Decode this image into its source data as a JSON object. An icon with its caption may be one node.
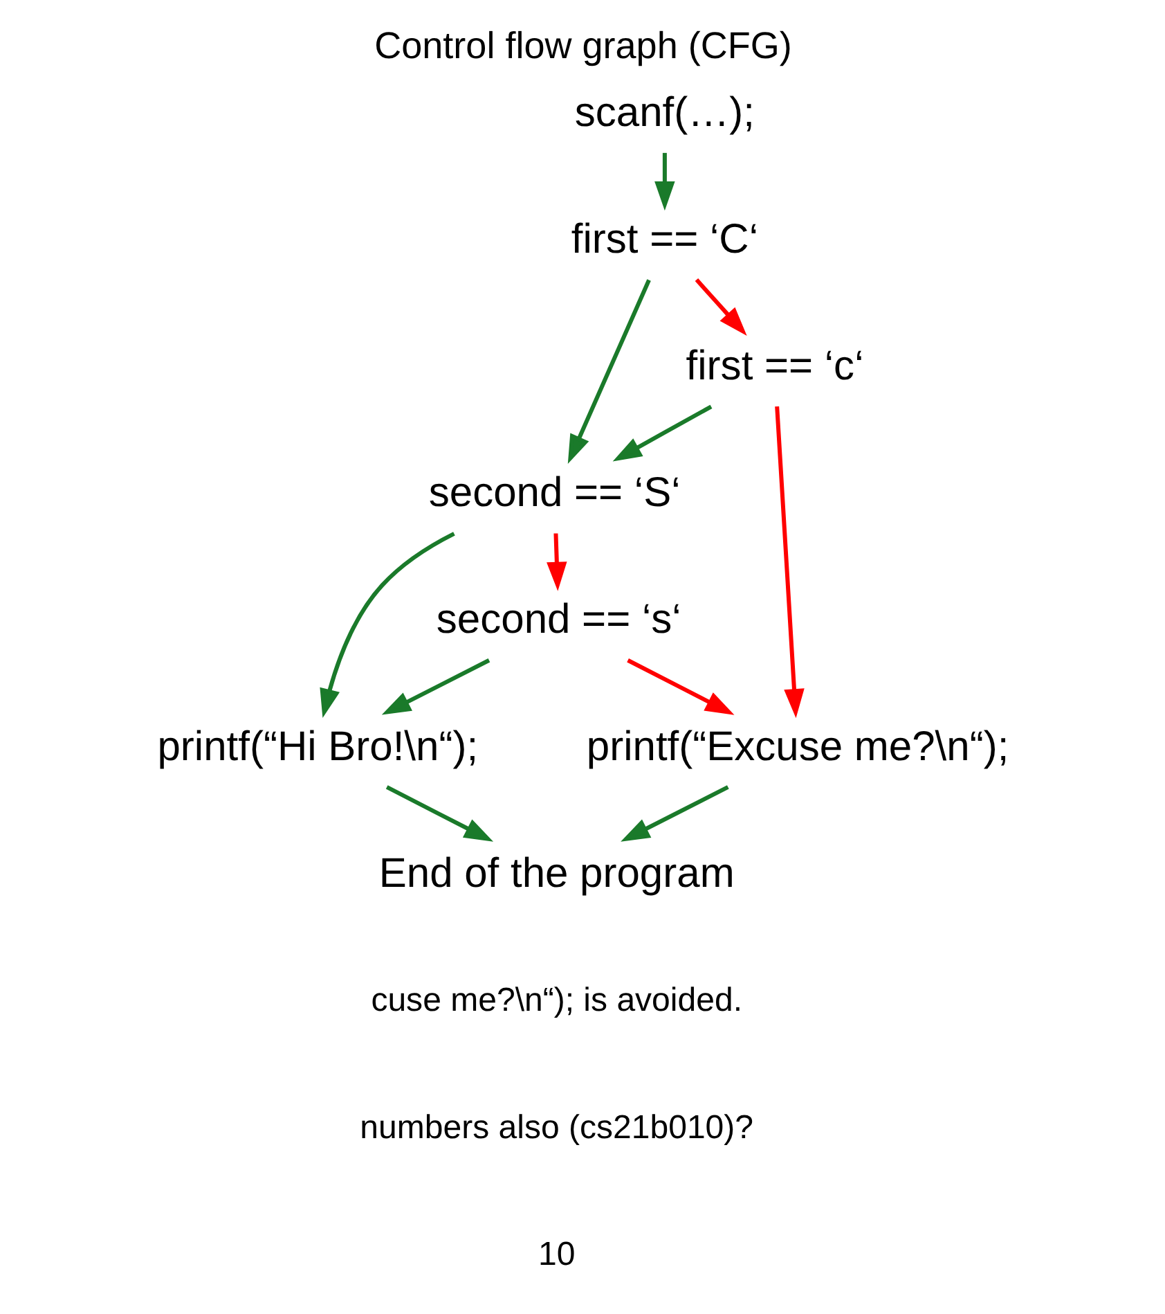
{
  "diagram": {
    "title": "Control flow graph (CFG)",
    "nodes": [
      {
        "text": [
          "scanf(…);"
        ]
      },
      {
        "text": [
          "first == ‘C‘"
        ]
      },
      {
        "text": [
          "first == ‘c‘"
        ]
      },
      {
        "text": [
          "second == ‘S‘"
        ]
      },
      {
        "text": [
          "second == ‘s‘"
        ]
      },
      {
        "text": [
          "printf(“Excuse me?\\n“);"
        ]
      },
      {
        "text": [
          "printf(“Hi Bro!\\n“);"
        ]
      },
      {
        "text": [
          "End of the program"
        ]
      }
    ],
    "edges": [
      {
        "from": 0,
        "to": 1,
        "arrow": "to"
      },
      {
        "from": 1,
        "to": 2,
        "arrow": "to",
        "color": "#ff0000"
      },
      {
        "from": 1,
        "to": 3,
        "arrow": "to"
      },
      {
        "from": 2,
        "to": 3,
        "arrow": "to"
      },
      {
        "from": 2,
        "to": 5,
        "arrow": "to",
        "color": "#ff0000"
      },
      {
        "from": 3,
        "to": 4,
        "arrow": "to",
        "color": "#ff0000"
      },
      {
        "from": 3,
        "to": 6,
        "arrow": "to"
      },
      {
        "from": 4,
        "to": 6,
        "arrow": "to"
      },
      {
        "from": 4,
        "to": 5,
        "arrow": "to",
        "color": "#ff0000"
      },
      {
        "from": 6,
        "to": 7,
        "arrow": "to"
      },
      {
        "from": 5,
        "to": 7,
        "arrow": "to"
      }
    ],
    "labels": [
      "cuse me?\\n“); is avoided.",
      "numbers also (cs21b010)?",
      "10"
    ]
  }
}
